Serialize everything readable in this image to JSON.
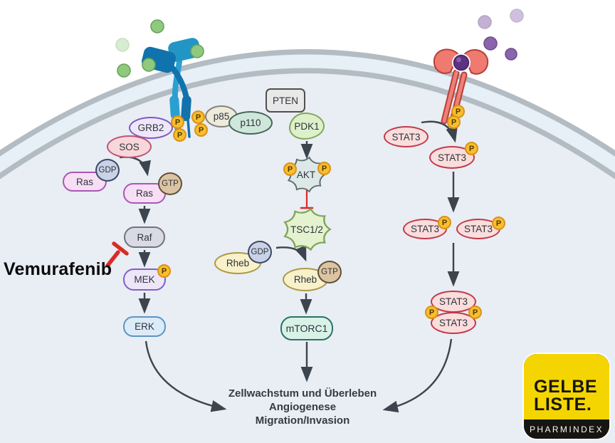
{
  "pathway": {
    "drug": {
      "label": "Vemurafenib"
    },
    "phosphate_label": "P",
    "nodes": {
      "grb2": "GRB2",
      "sos": "SOS",
      "ras": "Ras",
      "gdp": "GDP",
      "gtp": "GTP",
      "raf": "Raf",
      "mek": "MEK",
      "erk": "ERK",
      "p85": "p85",
      "p110": "p110",
      "pten": "PTEN",
      "pdk1": "PDK1",
      "akt": "AKT",
      "tsc12": "TSC1/2",
      "rheb": "Rheb",
      "mtorc1": "mTORC1",
      "stat3": "STAT3"
    },
    "outcomes": {
      "line1": "Zellwachstum und Überleben",
      "line2": "Angiogenese",
      "line3": "Migration/Invasion"
    }
  },
  "logo": {
    "brand_line1": "GELBE",
    "brand_line2": "LISTE.",
    "subbrand": "PHARMINDEX"
  },
  "colors": {
    "background_outside": "#ffffff",
    "cytoplasm": "#e9edf4",
    "membrane_gray": "#b3bcc3",
    "membrane_lumen": "#e7f0f7",
    "phosphate_yellow": "#f9bd2e",
    "inhibitor_red": "#d92b25",
    "arrow_dark": "#3c444d",
    "logo_yellow": "#f5d501",
    "rtk_blue_dark": "#1173ad",
    "rtk_blue_light": "#2aa0d0",
    "cytokine_receptor_pink": "#ee7a70",
    "ligand_green": "#8fc97e",
    "ligand_purple": "#8a64ad"
  }
}
